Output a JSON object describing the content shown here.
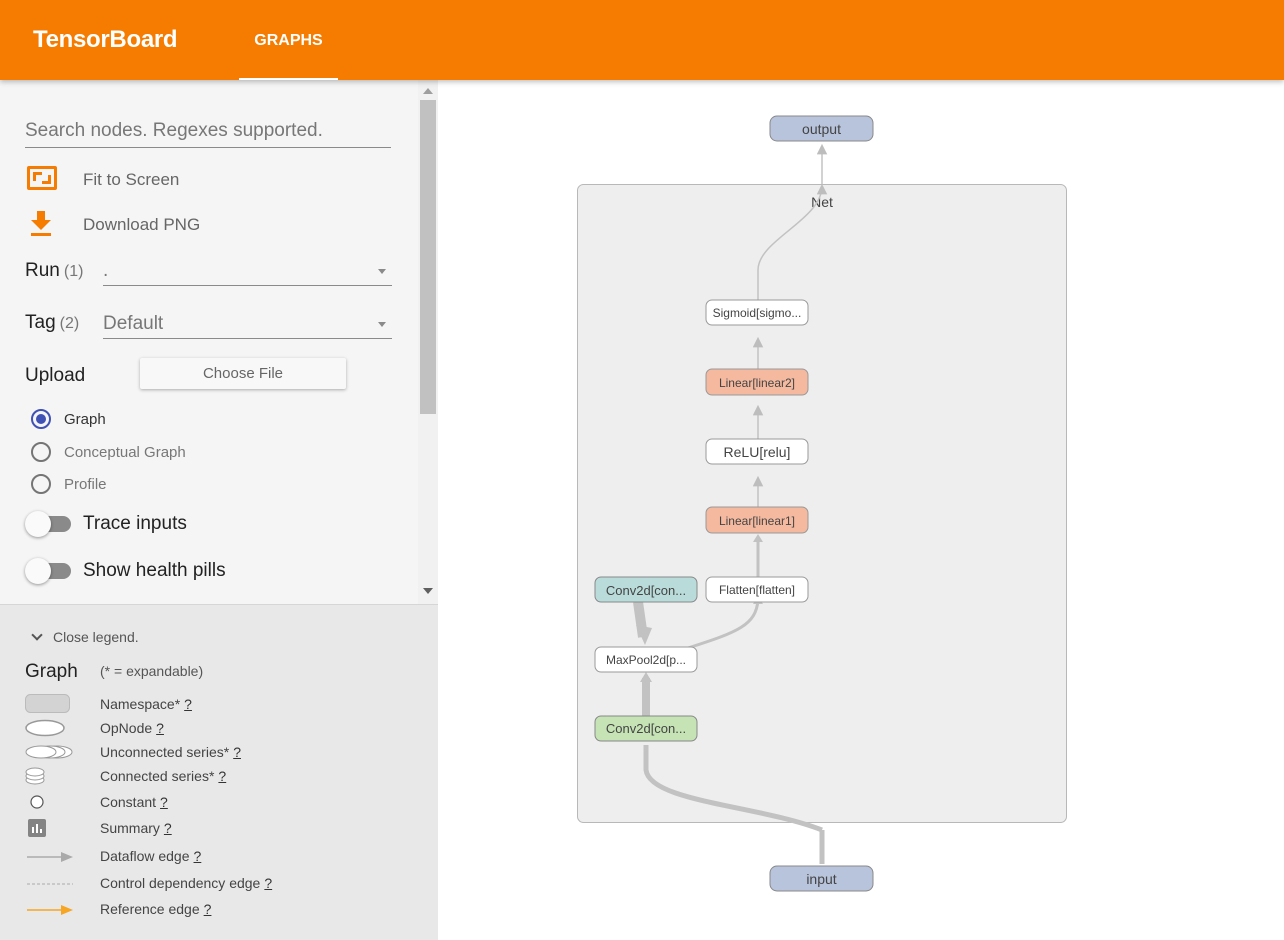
{
  "app": {
    "title": "TensorBoard",
    "active_tab": "GRAPHS"
  },
  "sidebar": {
    "search_placeholder": "Search nodes. Regexes supported.",
    "fit_label": "Fit to Screen",
    "download_label": "Download PNG",
    "run": {
      "label": "Run",
      "count": "(1)",
      "value": "."
    },
    "tag": {
      "label": "Tag",
      "count": "(2)",
      "value": "Default"
    },
    "upload": {
      "label": "Upload",
      "button": "Choose File"
    },
    "radios": [
      {
        "label": "Graph",
        "selected": true
      },
      {
        "label": "Conceptual Graph",
        "selected": false
      },
      {
        "label": "Profile",
        "selected": false
      }
    ],
    "toggles": [
      {
        "label": "Trace inputs",
        "on": false
      },
      {
        "label": "Show health pills",
        "on": false
      }
    ]
  },
  "legend": {
    "toggle": "Close legend.",
    "title": "Graph",
    "note": "(* = expandable)",
    "help": "?",
    "items": [
      {
        "label": "Namespace*",
        "icon": "namespace-icon"
      },
      {
        "label": "OpNode",
        "icon": "opnode-icon"
      },
      {
        "label": "Unconnected series*",
        "icon": "unconnected-series-icon"
      },
      {
        "label": "Connected series*",
        "icon": "connected-series-icon"
      },
      {
        "label": "Constant",
        "icon": "constant-icon"
      },
      {
        "label": "Summary",
        "icon": "summary-icon"
      },
      {
        "label": "Dataflow edge",
        "icon": "dataflow-edge-icon"
      },
      {
        "label": "Control dependency edge",
        "icon": "control-edge-icon"
      },
      {
        "label": "Reference edge",
        "icon": "reference-edge-icon"
      }
    ]
  },
  "graph": {
    "output": "output",
    "input": "input",
    "namespace": "Net",
    "nodes": {
      "sigmoid": "Sigmoid[sigmo...",
      "linear2": "Linear[linear2]",
      "relu": "ReLU[relu]",
      "linear1": "Linear[linear1]",
      "flatten": "Flatten[flatten]",
      "conv2d_b": "Conv2d[con...",
      "maxpool": "MaxPool2d[p...",
      "conv2d_a": "Conv2d[con..."
    }
  },
  "colors": {
    "accent": "#f57c00",
    "io_node": "#b8c4dc",
    "linear_node": "#f4b99f",
    "conv_a_node": "#c5e3b4",
    "conv_b_node": "#b9dcdb",
    "radio_selected": "#3f51b5"
  }
}
